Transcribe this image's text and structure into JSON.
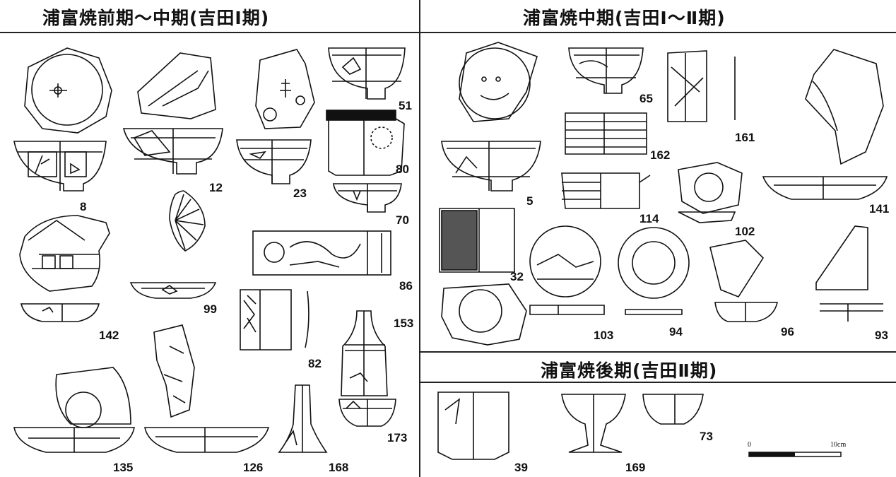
{
  "sections": {
    "early_mid": "浦富焼前期〜中期(吉田Ⅰ期)",
    "mid": "浦富焼中期(吉田Ⅰ〜Ⅱ期)",
    "late": "浦富焼後期(吉田Ⅱ期)"
  },
  "labels": {
    "n8": "8",
    "n12": "12",
    "n23": "23",
    "n51": "51",
    "n80": "80",
    "n70": "70",
    "n142": "142",
    "n99": "99",
    "n86": "86",
    "n82": "82",
    "n153": "153",
    "n135": "135",
    "n126": "126",
    "n168": "168",
    "n173": "173",
    "n65": "65",
    "n161": "161",
    "n5": "5",
    "n162": "162",
    "n114": "114",
    "n102": "102",
    "n141": "141",
    "n32": "32",
    "n103": "103",
    "n94": "94",
    "n96": "96",
    "n93": "93",
    "n39": "39",
    "n169": "169",
    "n73": "73"
  },
  "scale": {
    "start": "0",
    "end": "10cm"
  }
}
